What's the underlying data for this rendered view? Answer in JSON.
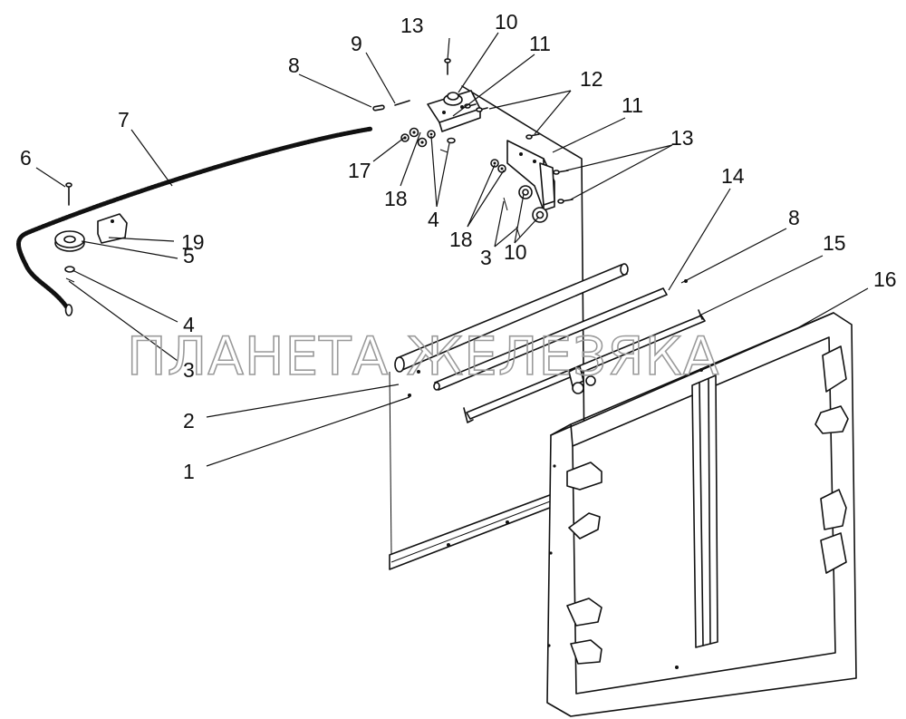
{
  "watermark": "ПЛАНЕТА ЖЕЛЕЗЯКА",
  "callouts": {
    "c1": "1",
    "c2": "2",
    "c3a": "3",
    "c3b": "3",
    "c4a": "4",
    "c4b": "4",
    "c5": "5",
    "c6": "6",
    "c7": "7",
    "c8a": "8",
    "c8b": "8",
    "c9": "9",
    "c10a": "10",
    "c10b": "10",
    "c11a": "11",
    "c11b": "11",
    "c12": "12",
    "c13a": "13",
    "c13b": "13",
    "c14": "14",
    "c15": "15",
    "c16": "16",
    "c17": "17",
    "c18a": "18",
    "c18b": "18",
    "c19": "19"
  },
  "colors": {
    "line": "#111111",
    "watermark": "#9a9a9a",
    "background": "#ffffff"
  }
}
